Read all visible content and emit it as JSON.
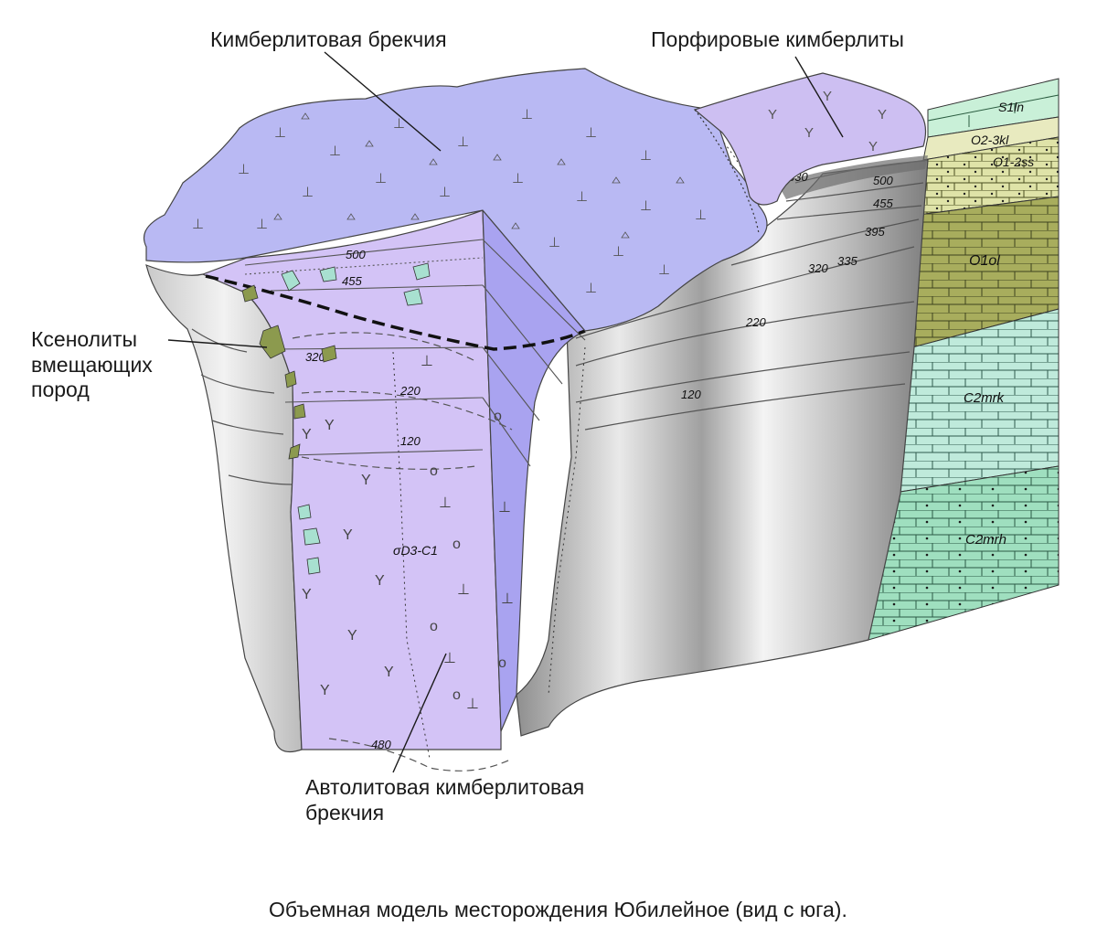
{
  "labels": {
    "kimberlite_breccia": "Кимберлитовая брекчия",
    "porphyry_kimberlites": "Порфировые кимберлиты",
    "xenoliths": [
      "Ксенолиты",
      "вмещающих",
      "пород"
    ],
    "autolith_breccia": [
      "Автолитовая кимберлитовая",
      "брекчия"
    ],
    "caption": "Объемная модель месторождения Юбилейное (вид с юга)."
  },
  "depth_marks": {
    "front": [
      "500",
      "455",
      "320",
      "220",
      "120",
      "480"
    ],
    "right": [
      "530",
      "500",
      "455",
      "395",
      "335",
      "320",
      "220",
      "120"
    ]
  },
  "age_label": "σD3-C1",
  "stratigraphy": [
    "S1ln",
    "O2-3kl",
    "O1-2ss",
    "O1ol",
    "C2mrk",
    "C2mrh"
  ],
  "colors": {
    "top_surface": "#b9b9f3",
    "porphyry_surface": "#cdbff2",
    "cut_face": "#d3c3f6",
    "cut_face_dark": "#a9a3f0",
    "rock_gray": "#b3b3b3",
    "olive_layer": "#a8ad5d",
    "teal_layer": "#bfeadb",
    "green_layer": "#9fdfbf",
    "xenolith": "#8c9a4e"
  }
}
